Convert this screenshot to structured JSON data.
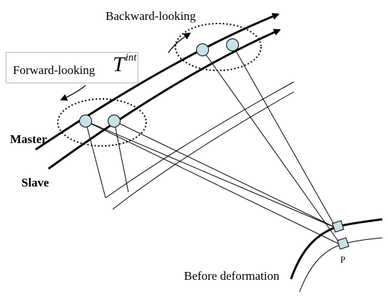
{
  "labels": {
    "backward": "Backward-looking",
    "forward": "Forward-looking",
    "tint_main": "T",
    "tint_sup": "int",
    "master": "Master",
    "slave": "Slave",
    "before": "Before deformation",
    "point": "P"
  },
  "colors": {
    "satellite_fill": "#c6e2e6",
    "line": "#000000",
    "ellipse": "#000000"
  }
}
